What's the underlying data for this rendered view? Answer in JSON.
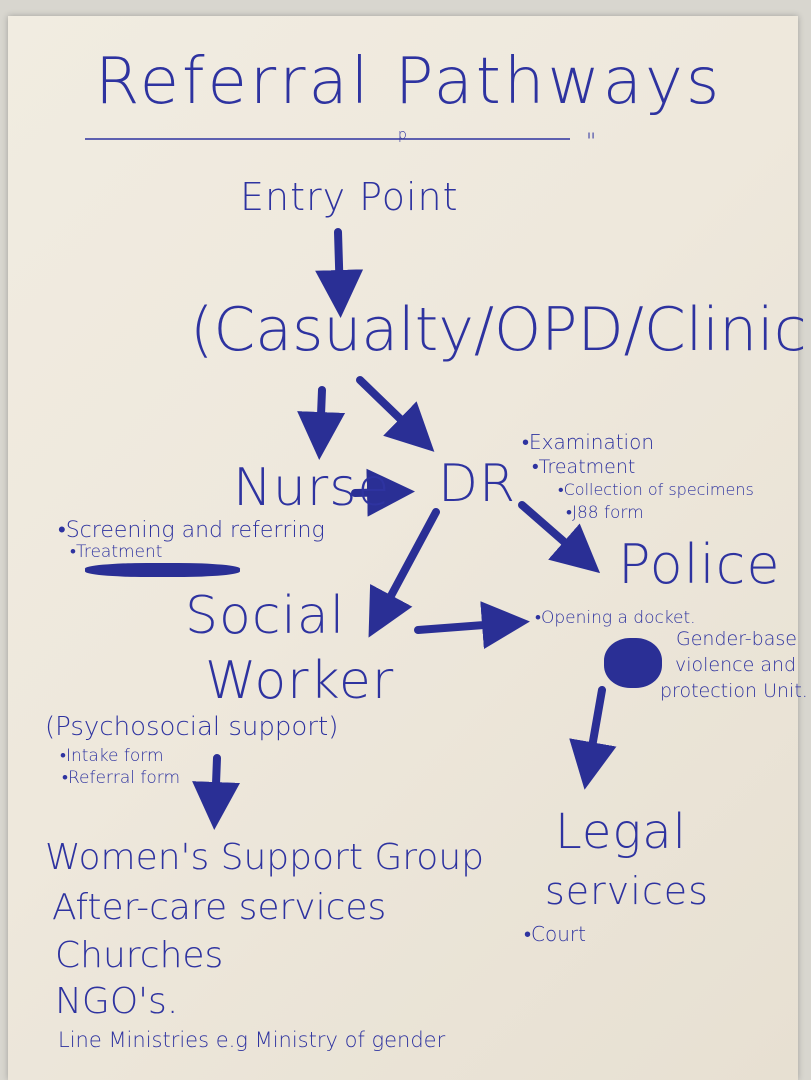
{
  "colors": {
    "ink": "#2e33a0",
    "paper": "#efe9dd"
  },
  "title": "Referral Pathways",
  "subtitle_marks": {
    "p": "p",
    "quote": "\""
  },
  "entry": "Entry Point",
  "casualty": "(Casualty/OPD/Clinic)",
  "nurse": {
    "label": "Nurse",
    "items": [
      "•Screening and referring",
      "•Treatment"
    ]
  },
  "doctor": {
    "label": "DR",
    "items": [
      "•Examination",
      "•Treatment",
      "•Collection of specimens",
      "•J88 form"
    ]
  },
  "social_worker": {
    "label_line1": "Social",
    "label_line2": "Worker",
    "support": "(Psychosocial support)",
    "items": [
      "•Intake form",
      "•Referral form"
    ]
  },
  "police": {
    "label": "Police",
    "items": [
      "•Opening a docket."
    ],
    "unit": [
      "Gender-base",
      "violence and",
      "protection Unit."
    ]
  },
  "legal": {
    "label_line1": "Legal",
    "label_line2": "services",
    "items": [
      "•Court"
    ]
  },
  "support_services": [
    "Women's Support Group",
    "After-care services",
    "Churches",
    "NGO's.",
    "Line Ministries e.g Ministry of gender"
  ]
}
